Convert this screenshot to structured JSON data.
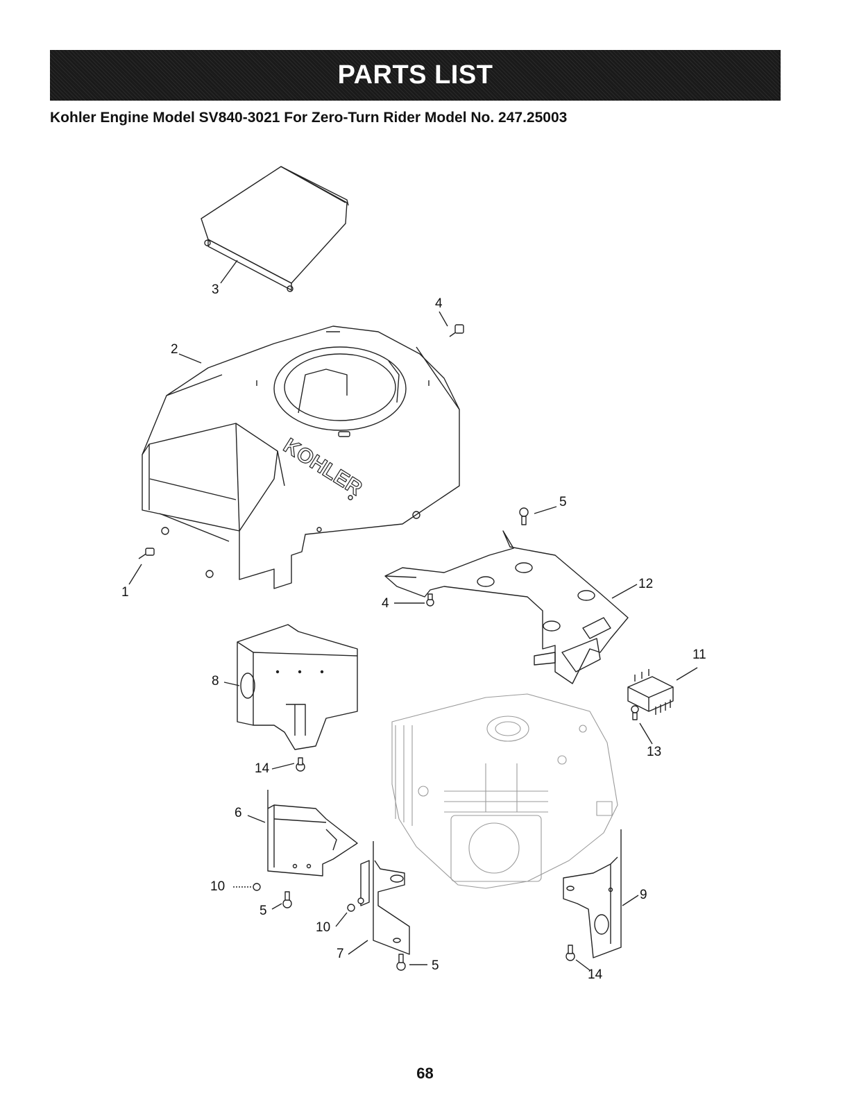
{
  "header": {
    "title": "PARTS LIST",
    "subtitle": "Kohler Engine Model SV840-3021 For Zero-Turn Rider Model No. 247.25003"
  },
  "diagram": {
    "logo_text": "KOHLER",
    "callouts": {
      "c1": "1",
      "c2": "2",
      "c3": "3",
      "c4a": "4",
      "c4b": "4",
      "c5a": "5",
      "c5b": "5",
      "c5c": "5",
      "c6": "6",
      "c7": "7",
      "c8": "8",
      "c9": "9",
      "c10a": "10",
      "c10b": "10",
      "c11": "11",
      "c12": "12",
      "c13": "13",
      "c14a": "14",
      "c14b": "14"
    }
  },
  "footer": {
    "page_number": "68"
  },
  "colors": {
    "banner": "#1a1a1a",
    "line": "#222222",
    "ghost": "#9a9a9a"
  }
}
